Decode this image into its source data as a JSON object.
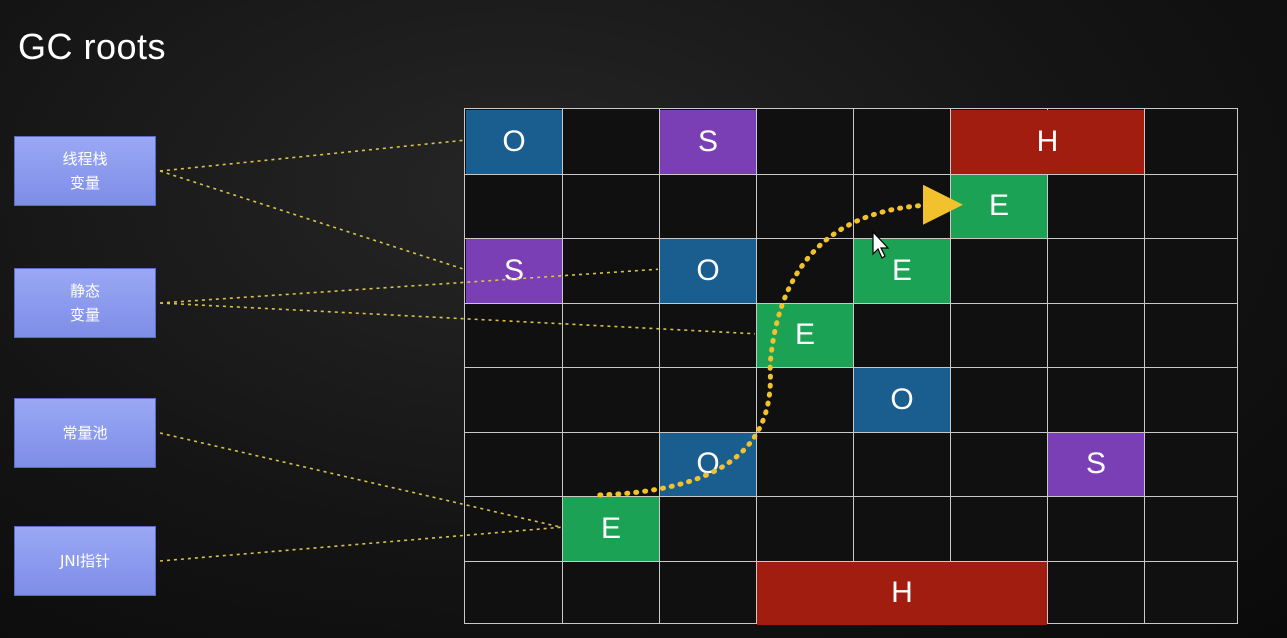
{
  "title": "GC roots",
  "roots": [
    {
      "label": "线程栈\n变量"
    },
    {
      "label": "静态\n变量"
    },
    {
      "label": "常量池"
    },
    {
      "label": "JNI指针"
    }
  ],
  "colors": {
    "O": "#1a5d8f",
    "S": "#7b3fb5",
    "H": "#a01d10",
    "E": "#1ca254",
    "arrow": "#f2c22e",
    "dotted_link": "#d8c24a",
    "grid_line": "#c9c9c9",
    "root_box": "#8a98ee"
  },
  "cursor": {
    "icon": "mouse-pointer-icon"
  },
  "grid": {
    "cols": 8,
    "rows": 8,
    "cells": [
      {
        "col": 0,
        "row": 0,
        "span": 1,
        "type": "O",
        "label": "O"
      },
      {
        "col": 2,
        "row": 0,
        "span": 1,
        "type": "S",
        "label": "S"
      },
      {
        "col": 5,
        "row": 0,
        "span": 2,
        "type": "H",
        "label": "H"
      },
      {
        "col": 5,
        "row": 1,
        "span": 1,
        "type": "E",
        "label": "E"
      },
      {
        "col": 0,
        "row": 2,
        "span": 1,
        "type": "S",
        "label": "S"
      },
      {
        "col": 2,
        "row": 2,
        "span": 1,
        "type": "O",
        "label": "O"
      },
      {
        "col": 4,
        "row": 2,
        "span": 1,
        "type": "E",
        "label": "E"
      },
      {
        "col": 3,
        "row": 3,
        "span": 1,
        "type": "E",
        "label": "E"
      },
      {
        "col": 4,
        "row": 4,
        "span": 1,
        "type": "O",
        "label": "O"
      },
      {
        "col": 2,
        "row": 5,
        "span": 1,
        "type": "O",
        "label": "O"
      },
      {
        "col": 6,
        "row": 5,
        "span": 1,
        "type": "S",
        "label": "S"
      },
      {
        "col": 1,
        "row": 6,
        "span": 1,
        "type": "E",
        "label": "E"
      },
      {
        "col": 3,
        "row": 7,
        "span": 3,
        "type": "H",
        "label": "H"
      }
    ]
  },
  "links": [
    {
      "from": 0,
      "to": [
        0,
        0
      ]
    },
    {
      "from": 0,
      "to": [
        0,
        2
      ]
    },
    {
      "from": 1,
      "to": [
        2,
        2
      ]
    },
    {
      "from": 1,
      "to": [
        3,
        3
      ]
    },
    {
      "from": 2,
      "to": [
        1,
        6
      ]
    },
    {
      "from": 3,
      "to": [
        1,
        6
      ]
    }
  ]
}
